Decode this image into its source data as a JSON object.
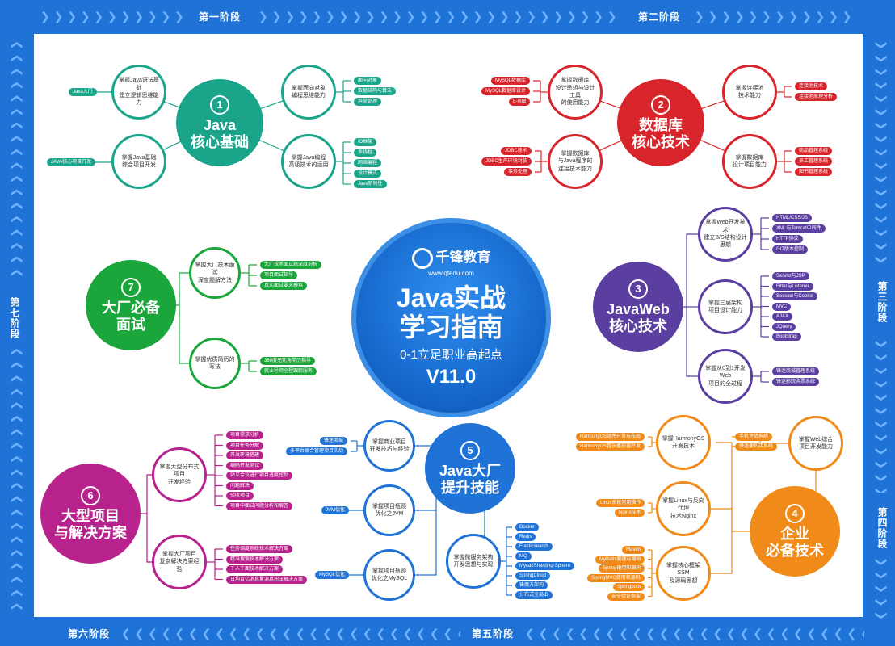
{
  "stages": {
    "s1": "第一阶段",
    "s2": "第二阶段",
    "s3": "第三阶段",
    "s4": "第四阶段",
    "s5": "第五阶段",
    "s6": "第六阶段",
    "s7": "第七阶段"
  },
  "center": {
    "logo": "千锋教育",
    "url": "www.qfedu.com",
    "title1": "Java实战",
    "title2": "学习指南",
    "subtitle": "0-1立足职业高起点",
    "version": "V11.0"
  },
  "colors": {
    "green": "#1aa58a",
    "red": "#d8242b",
    "purple": "#5a3fa0",
    "orange": "#f08a18",
    "blue": "#1f73d6",
    "magenta": "#b8228c",
    "leafgreen": "#1aa63a",
    "frame": "#1f73d6"
  },
  "m1": {
    "num": "1",
    "title": "Java\n核心基础",
    "n1": "掌握Java语法基础\n建立逻辑思维能力",
    "n2": "掌握Java基础\n综合项目开发",
    "n3": "掌握面向对象\n编程思维能力",
    "n4": "掌握Java编程\n高级技术的运用",
    "l1": "Java入门",
    "l2": "JAVA核心项目开发",
    "l3": [
      "面向对象",
      "数据结构与算法",
      "异常处理"
    ],
    "l4": [
      "IO框架",
      "多线程",
      "网络编程",
      "设计模式",
      "Java新特性"
    ]
  },
  "m2": {
    "num": "2",
    "title": "数据库\n核心技术",
    "n1": "掌握数据库\n设计思想与设计工具\n的使用能力",
    "n2": "掌握数据库\n与Java程序的\n连接技术能力",
    "n3": "掌握连接池\n技术能力",
    "n4": "掌握数据库\n设计项目能力",
    "l1": [
      "MySQL数据库",
      "MySQL数据库设计",
      "E-R图"
    ],
    "l2": [
      "JDBC技术",
      "JDBC生产环境封装",
      "事务处理"
    ],
    "l3": [
      "连接池技术",
      "连接池原理分析"
    ],
    "l4": [
      "商品管理系统",
      "员工管理系统",
      "图书管理系统"
    ]
  },
  "m3": {
    "num": "3",
    "title": "JavaWeb\n核心技术",
    "n1": "掌握Web开发技术\n建立B/S结构设计思想",
    "n2": "掌握三层架构\n项目设计能力",
    "n3": "掌握从0到1开发Web\n项目的全过程",
    "l1": [
      "HTML/CSS/JS",
      "XML与Tomcat中间件",
      "HTTP协议",
      "GIT版本控制"
    ],
    "l2": [
      "Servlet与JSP",
      "Filter与Listener",
      "Session与Cookie",
      "MVC",
      "AJAX",
      "JQuery",
      "Bootstrap"
    ],
    "l3": [
      "锋迷商城管理系统",
      "锋迷影院购票系统"
    ]
  },
  "m4": {
    "num": "4",
    "title": "企业\n必备技术",
    "n1": "掌握HarmonyOS\n开发技术",
    "n2": "掌握Web综合\n项目开发能力",
    "n3": "掌握Linux与反向代理\n技术Nginx",
    "n4": "掌握核心框架SSM\n及源码思想",
    "l1": [
      "HarmonyOS组件开发与布局",
      "HarmonyOS音乐播放器开发"
    ],
    "l2": [
      "手机评估系统",
      "锋迷便利店系统"
    ],
    "l3": [
      "Linux系统常用操作",
      "Nginx技术"
    ],
    "l4": [
      "Maven",
      "MyBatis原理与源码",
      "Spring使用和源码",
      "SpringMVC使用和源码",
      "Springboot",
      "安全验证框架"
    ]
  },
  "m5": {
    "num": "5",
    "title": "Java大厂\n提升技能",
    "n1": "掌握商业项目\n开发技巧与经验",
    "n2": "掌握项目瓶颈\n优化之JVM",
    "n3": "掌握项目瓶颈\n优化之MySQL",
    "n4": "掌握微服务架构\n开发思想与实现",
    "l1": [
      "锋迷商城",
      "多平台联合管理项目实战"
    ],
    "l2": "JVM优化",
    "l3": "MySQL优化",
    "l4": [
      "Docker",
      "Redis",
      "Elasticsearch",
      "MQ",
      "Mycat/Sharding-Sphere",
      "SpringCloud",
      "锋魔方架构",
      "分布式全局ID"
    ]
  },
  "m6": {
    "num": "6",
    "title": "大型项目\n与解决方案",
    "n1": "掌握大型分布式项目\n开发经验",
    "n2": "掌握大厂项目\n复杂解决方案经验",
    "l1": [
      "项目需求分析",
      "项目任务分解",
      "开发环境搭建",
      "编码开发测试",
      "站立会议进行项目进度控制",
      "问题解决",
      "验收项目",
      "项目中面试问题分析和解答"
    ],
    "l2": [
      "任务调度系统技术解决方案",
      "精准搜索技术解决方案",
      "千人千面技术解决方案",
      "日均百亿消息量消息积压解决方案"
    ]
  },
  "m7": {
    "num": "7",
    "title": "大厂必备\n面试",
    "n1": "掌握大厂技术面试\n深度题解方法",
    "n2": "掌握优质简历的写法",
    "l1": [
      "大厂技术面试题深度剖析",
      "项目面试指导",
      "真实面试要求模拟"
    ],
    "l2": [
      "360度无死角简历指导",
      "就业导师全程跟踪服务"
    ]
  }
}
